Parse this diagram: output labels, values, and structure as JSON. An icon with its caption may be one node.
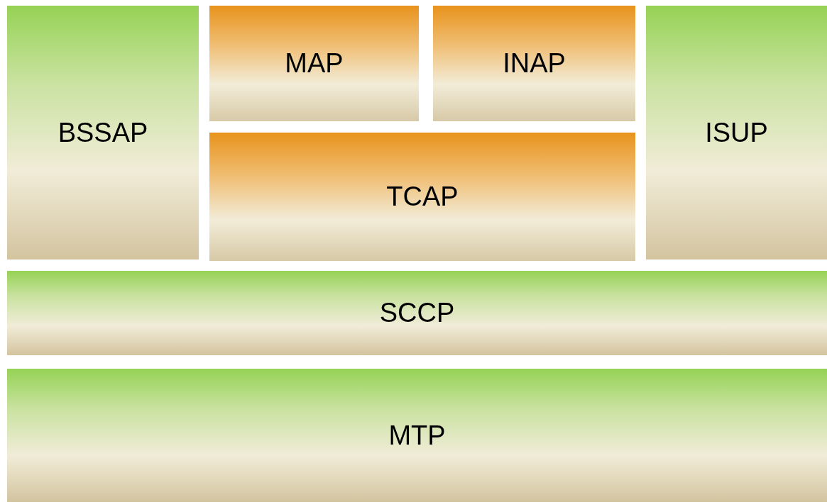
{
  "diagram": {
    "nodes": [
      {
        "text": [
          "BSSAP"
        ]
      },
      {
        "text": [
          "MAP"
        ]
      },
      {
        "text": [
          "INAP"
        ]
      },
      {
        "text": [
          "ISUP"
        ]
      },
      {
        "text": [
          "TCAP"
        ]
      },
      {
        "text": [
          "SCCP"
        ]
      },
      {
        "text": [
          "MTP"
        ]
      }
    ]
  }
}
